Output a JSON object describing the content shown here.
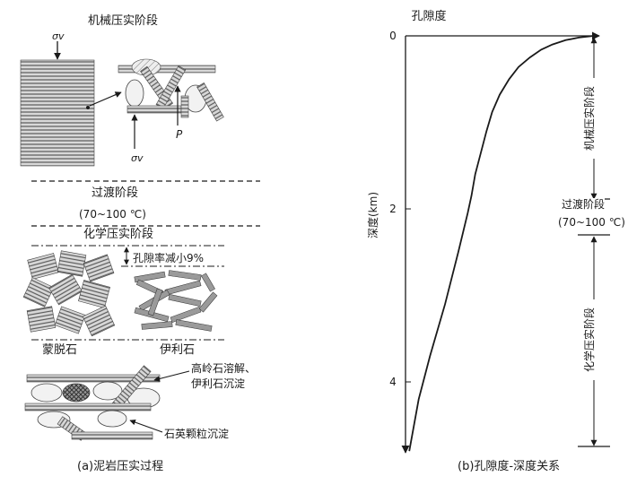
{
  "left": {
    "mech_title": "机械压实阶段",
    "sigma_v": "σv",
    "sigma_v2": "σv",
    "p_label": "P",
    "transition_label": "过渡阶段",
    "transition_temp": "(70~100 ℃)",
    "chem_title": "化学压实阶段",
    "porosity_reduce": "孔隙率减小9%",
    "montmorillonite": "蒙脱石",
    "illite": "伊利石",
    "kaolinite_note_1": "高岭石溶解、",
    "kaolinite_note_2": "伊利石沉淀",
    "quartz_note": "石英颗粒沉淀",
    "caption": "(a)泥岩压实过程"
  },
  "right": {
    "chart_data": {
      "type": "line",
      "title": "孔隙度",
      "ylabel": "深度(km)",
      "y_ticks": [
        "0",
        "2",
        "4"
      ],
      "ylim": [
        0,
        4.8
      ],
      "y_reversed": true,
      "series": [
        {
          "values": [
            [
              1.0,
              0.0
            ],
            [
              0.92,
              0.02
            ],
            [
              0.85,
              0.05
            ],
            [
              0.78,
              0.1
            ],
            [
              0.72,
              0.16
            ],
            [
              0.66,
              0.25
            ],
            [
              0.6,
              0.36
            ],
            [
              0.55,
              0.5
            ],
            [
              0.5,
              0.68
            ],
            [
              0.46,
              0.88
            ],
            [
              0.43,
              1.1
            ],
            [
              0.4,
              1.35
            ],
            [
              0.37,
              1.6
            ],
            [
              0.35,
              1.85
            ],
            [
              0.33,
              2.05
            ],
            [
              0.28,
              2.5
            ],
            [
              0.21,
              3.1
            ],
            [
              0.13,
              3.7
            ],
            [
              0.07,
              4.2
            ],
            [
              0.02,
              4.8
            ]
          ]
        }
      ],
      "grid": false
    },
    "stage_mech": "机械压实阶段",
    "stage_transition": "过渡阶段",
    "stage_temp": "(70~100 ℃)",
    "stage_chem": "化学压实阶段",
    "caption": "(b)孔隙度-深度关系"
  },
  "colors": {
    "ink": "#1a1a1a",
    "grain_fill": "#f2f2f2",
    "hatch": "#707070"
  }
}
